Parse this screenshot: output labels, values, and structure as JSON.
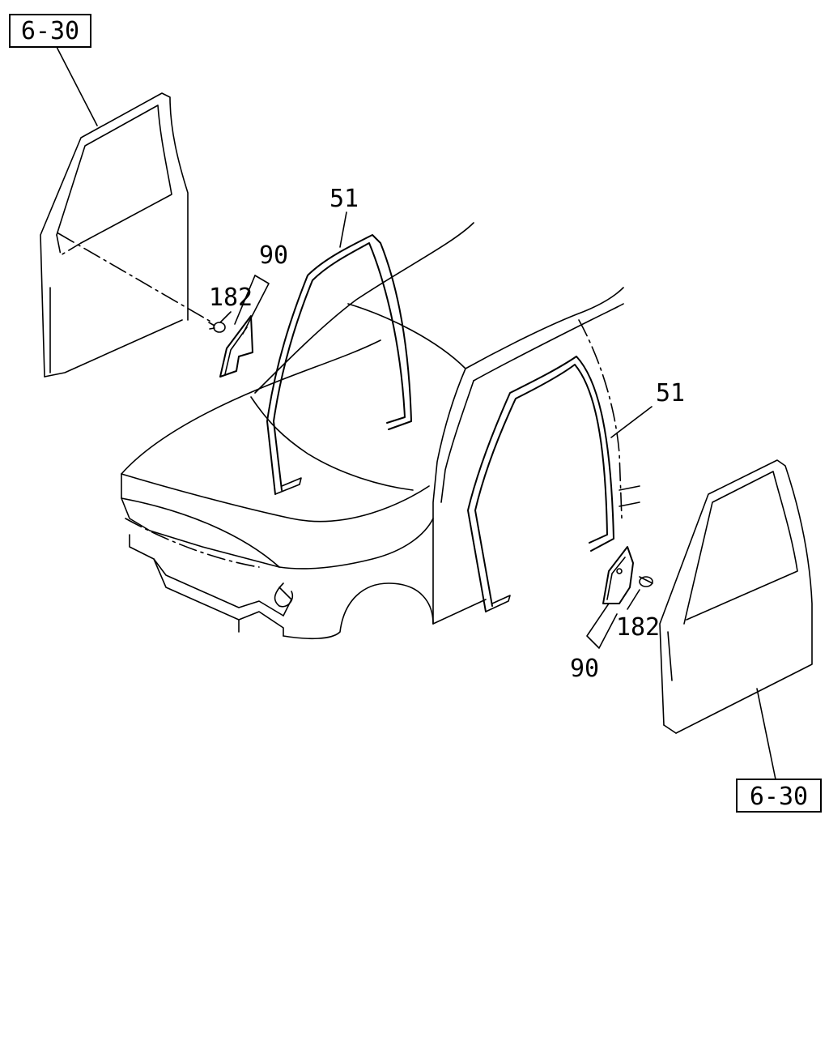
{
  "callouts": {
    "ref_top_left": "6-30",
    "ref_bottom_right": "6-30",
    "weatherstrip_left": "51",
    "weatherstrip_right": "51",
    "part_90_left": "90",
    "part_90_right": "90",
    "part_182_left": "182",
    "part_182_right": "182"
  }
}
